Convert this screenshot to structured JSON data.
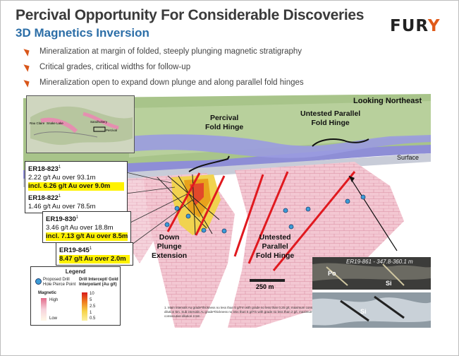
{
  "slide": {
    "title": "Percival Opportunity For Considerable Discoveries",
    "subtitle": "3D Magnetics Inversion",
    "logo": {
      "text_main": "FUR",
      "text_accent": "Y"
    }
  },
  "bullets": [
    "Mineralization at margin of folded, steeply plunging magnetic stratigraphy",
    "Critical grades, critical widths for follow-up",
    "Mineralization open to expand down plunge and along parallel fold hinges"
  ],
  "figure": {
    "view_label": "Looking Northeast",
    "surface_label": "Surface",
    "percival_hinge": [
      "Percival",
      "Fold Hinge"
    ],
    "untested_hinge_top": [
      "Untested Parallel",
      "Fold Hinge"
    ],
    "down_plunge": [
      "Down",
      "Plunge",
      "Extension"
    ],
    "untested_hinge_bottom": [
      "Untested",
      "Parallel",
      "Fold Hinge"
    ],
    "scale_bar": "250 m",
    "inset_map_labels": [
      "Rau Claire",
      "Snake Lake",
      "Sandholtery",
      "Percival"
    ],
    "core_photo": {
      "caption": "ER19-861 - 347.8-360.1 m",
      "labels": [
        "Po",
        "Si",
        "Si"
      ]
    },
    "drill_intercepts": [
      {
        "hole": "ER18-823",
        "sup": "1",
        "line1": "2.22 g/t Au over 93.1m",
        "line2": "incl. 6.26 g/t Au over 9.0m"
      },
      {
        "hole": "ER18-822",
        "sup": "1",
        "line1": "1.46 g/t Au over 78.5m",
        "line2": ""
      },
      {
        "hole": "ER19-830",
        "sup": "1",
        "line1": "3.46 g/t Au over 18.8m",
        "line2": "incl. 7.13 g/t Au over 8.5m"
      },
      {
        "hole": "ER19-845",
        "sup": "1",
        "line1": "8.47 g/t Au over 2.0m",
        "line2": ""
      }
    ],
    "legend": {
      "title": "Legend",
      "proposed": "Proposed Drill Hole Pierce Point",
      "intercept_title": "Drill Intercept/ Gold Interpolant (Au g/t)",
      "magnetic": "Magnetic",
      "high": "High",
      "low": "Low",
      "gold_scale": [
        "10",
        "5",
        "2.5",
        "1",
        "0.5"
      ]
    },
    "footnote": "1. Main intervals Au grade*thickness no less than 5 g/t*m with grade no less than 0.25 g/t, maximum consecutive dilution 5m. Sub intervals Au grade*thickness no less than 5 g/t*m with grade no less than 2 g/t, maximum consecutive dilution 2.5m"
  },
  "colors": {
    "title": "#3a3a3a",
    "subtitle": "#2c6ea7",
    "accent": "#e05a1a",
    "highlight": "#fff200",
    "proposed_point": "#3b9bd6",
    "hinge_line": "#e0191f"
  }
}
